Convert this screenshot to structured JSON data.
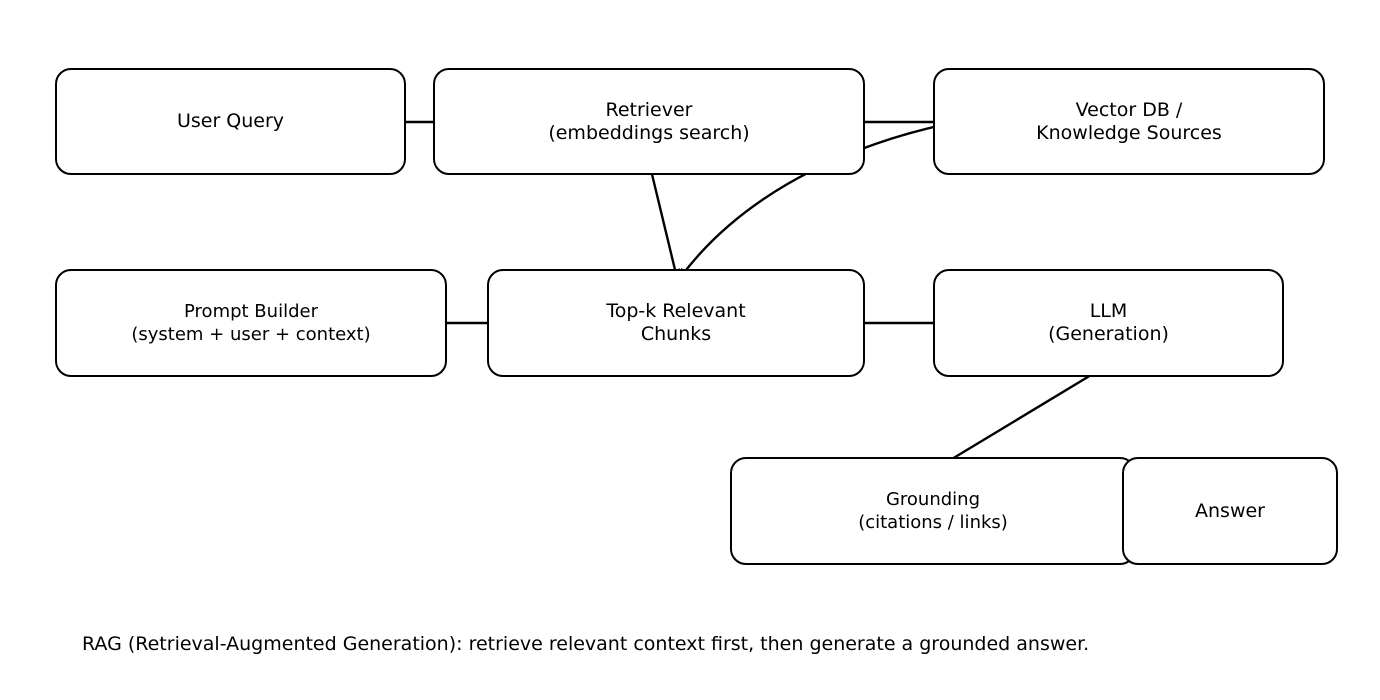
{
  "nodes": {
    "user_query": {
      "lines": [
        "User Query"
      ]
    },
    "retriever": {
      "lines": [
        "Retriever",
        "(embeddings search)"
      ]
    },
    "vector_db": {
      "lines": [
        "Vector DB /",
        "Knowledge Sources"
      ]
    },
    "prompt_builder": {
      "lines": [
        "Prompt Builder",
        "(system + user + context)"
      ]
    },
    "top_k": {
      "lines": [
        "Top-k Relevant",
        "Chunks"
      ]
    },
    "llm": {
      "lines": [
        "LLM",
        "(Generation)"
      ]
    },
    "grounding": {
      "lines": [
        "Grounding",
        "(citations / links)"
      ]
    },
    "answer": {
      "lines": [
        "Answer"
      ]
    }
  },
  "edges": [
    {
      "from": "user_query",
      "to": "retriever"
    },
    {
      "from": "retriever",
      "to": "vector_db"
    },
    {
      "from": "retriever",
      "to": "top_k"
    },
    {
      "from": "vector_db",
      "to": "top_k",
      "curved": true
    },
    {
      "from": "top_k",
      "to": "prompt_builder"
    },
    {
      "from": "top_k",
      "to": "llm"
    },
    {
      "from": "llm",
      "to": "grounding"
    },
    {
      "from": "grounding",
      "to": "answer"
    }
  ],
  "caption": "RAG (Retrieval-Augmented Generation): retrieve relevant context first, then generate a grounded answer."
}
